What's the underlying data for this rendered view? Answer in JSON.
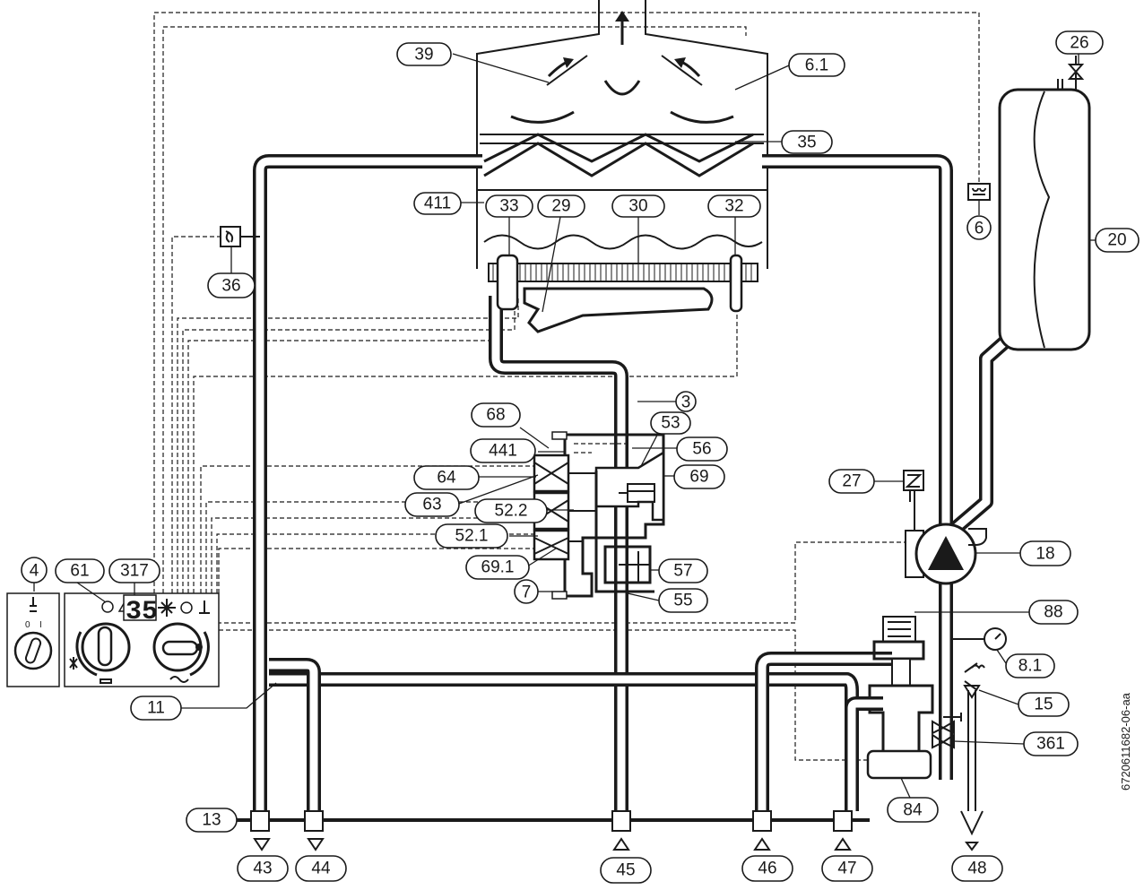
{
  "display": {
    "value": "35"
  },
  "switch": {
    "off_label": "0",
    "on_label": "I"
  },
  "doc_code": "6720611682-06-aa",
  "labels": {
    "l4": "4",
    "l61": "61",
    "l317": "317",
    "l11": "11",
    "l13": "13",
    "l43": "43",
    "l44": "44",
    "l45": "45",
    "l46": "46",
    "l47": "47",
    "l48": "48",
    "l39": "39",
    "l61b": "6.1",
    "l35": "35",
    "l411": "411",
    "l33": "33",
    "l29": "29",
    "l30": "30",
    "l32": "32",
    "l36": "36",
    "l6": "6",
    "l26": "26",
    "l20": "20",
    "l3": "3",
    "l68": "68",
    "l53": "53",
    "l441": "441",
    "l56": "56",
    "l64": "64",
    "l69": "69",
    "l63": "63",
    "l522": "52.2",
    "l521": "52.1",
    "l691": "69.1",
    "l57": "57",
    "l7": "7",
    "l55": "55",
    "l27": "27",
    "l18": "18",
    "l88": "88",
    "l81": "8.1",
    "l15": "15",
    "l361": "361",
    "l84": "84"
  }
}
